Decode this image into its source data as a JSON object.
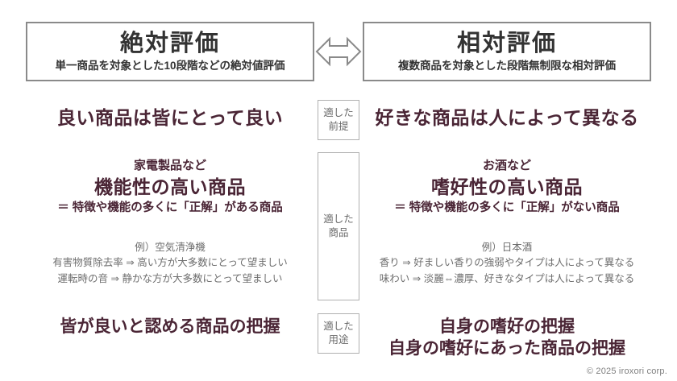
{
  "headers": {
    "left": {
      "title": "絶対評価",
      "subtitle": "単一商品を対象とした10段階などの絶対値評価"
    },
    "right": {
      "title": "相対評価",
      "subtitle": "複数商品を対象とした段階無制限な相対評価"
    },
    "center_icon": "double-headed-horizontal-arrow-icon"
  },
  "middle_labels": {
    "premise": {
      "line1": "適した",
      "line2": "前提"
    },
    "product": {
      "line1": "適した",
      "line2": "商品"
    },
    "usage": {
      "line1": "適した",
      "line2": "用途"
    }
  },
  "rows": {
    "premise": {
      "left": "良い商品は皆にとって良い",
      "right": "好きな商品は人によって異なる"
    },
    "product": {
      "left": {
        "lead": "家電製品など",
        "headline": "機能性の高い商品",
        "definition": "＝ 特徴や機能の多くに「正解」がある商品"
      },
      "right": {
        "lead": "お酒など",
        "headline": "嗜好性の高い商品",
        "definition": "＝ 特徴や機能の多くに「正解」がない商品"
      }
    },
    "example": {
      "left": {
        "title": "例）空気清浄機",
        "items": [
          "有害物質除去率 ⇒ 高い方が大多数にとって望ましい",
          "運転時の音 ⇒ 静かな方が大多数にとって望ましい"
        ]
      },
      "right": {
        "title": "例）日本酒",
        "items": [
          "香り ⇒ 好ましい香りの強弱やタイプは人によって異なる",
          "味わい ⇒ 淡麗⇔濃厚、好きなタイプは人によって異なる"
        ]
      }
    },
    "usage": {
      "left": [
        "皆が良いと認める商品の把握"
      ],
      "right": [
        "自身の嗜好の把握",
        "自身の嗜好にあった商品の把握"
      ]
    }
  },
  "footer": {
    "copyright": "© 2025 iroxori corp."
  },
  "colors": {
    "text_accent": "#4a2535",
    "box_border": "#8a8a8a",
    "mid_border": "#b0b0b0",
    "muted_text": "#6e6e6e",
    "header_text": "#333333",
    "footer_text": "#808080"
  }
}
